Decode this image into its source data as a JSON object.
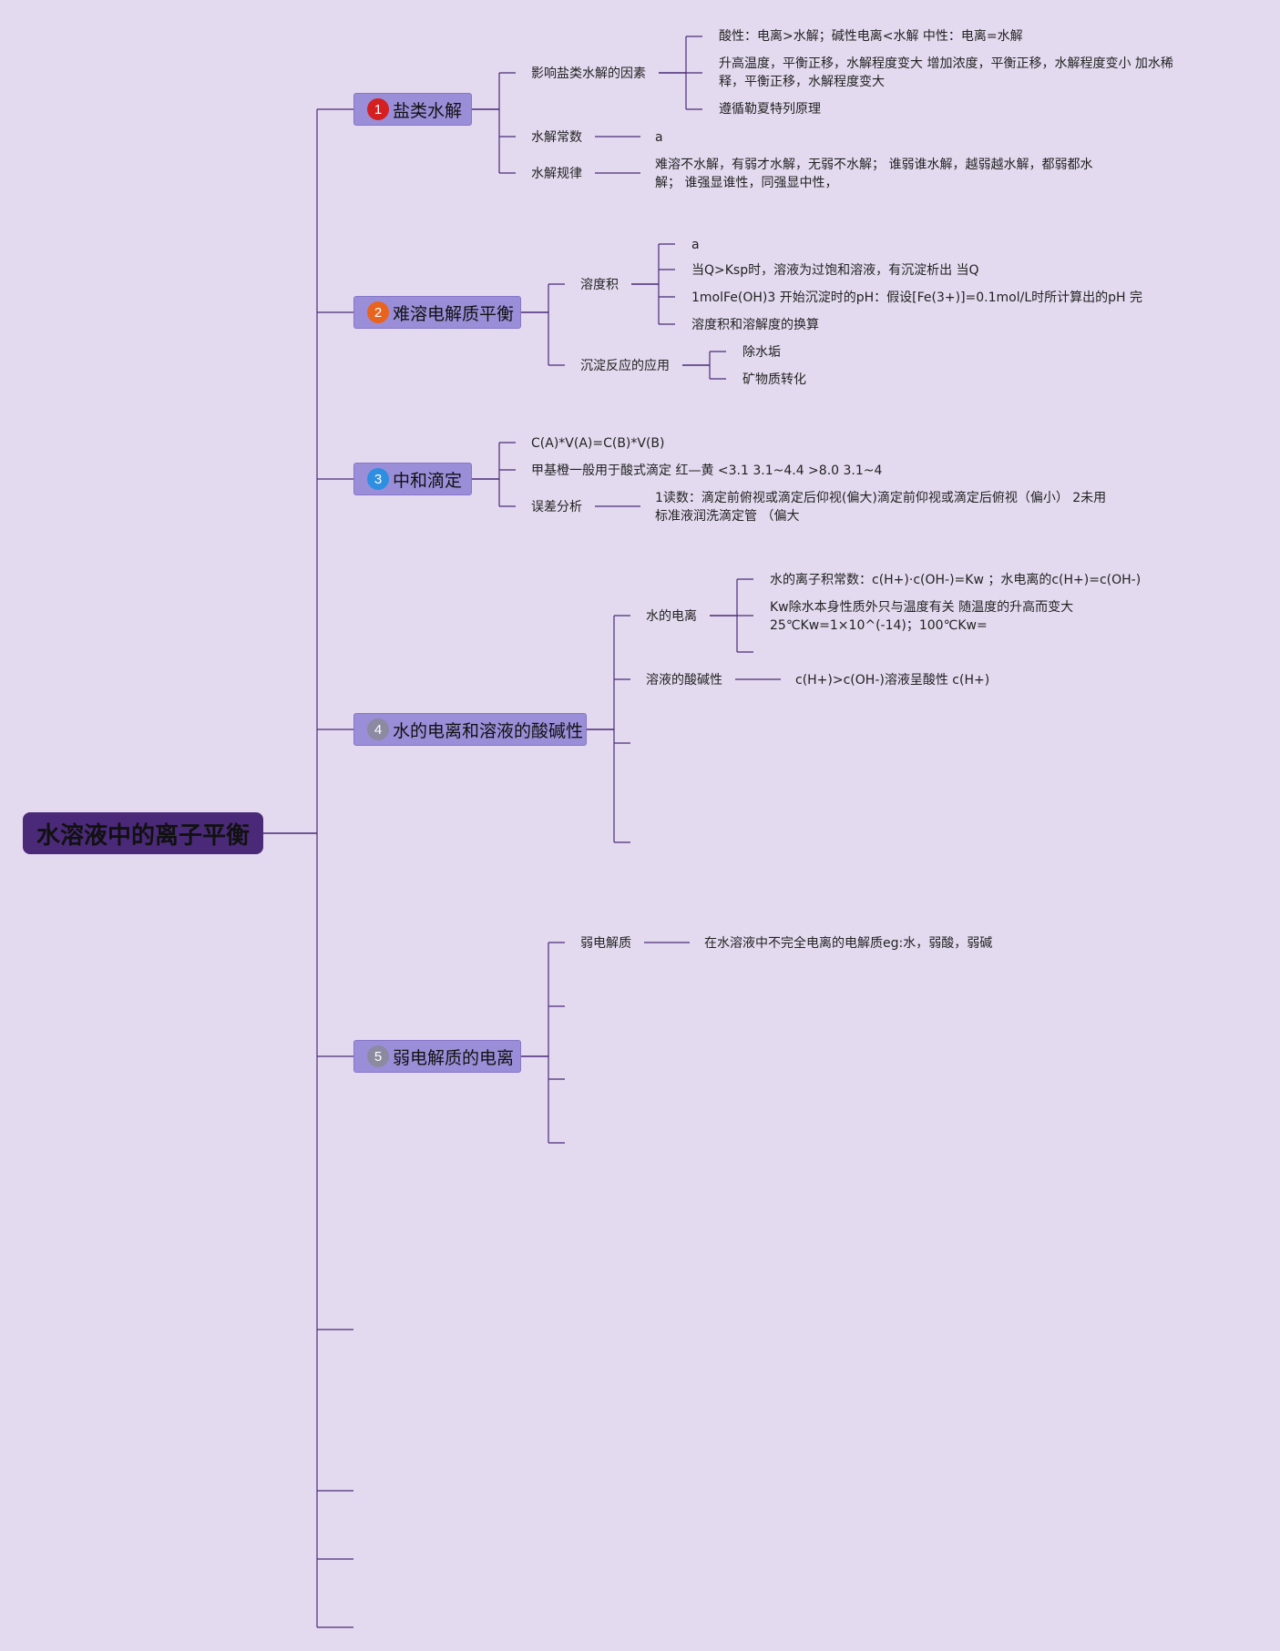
{
  "colors": {
    "background": "#e4daef",
    "root": "#4a2a78",
    "topic": "#9b8ed8",
    "line": "#4a2a78"
  },
  "root": {
    "label": "水溶液中的离子平衡"
  },
  "topics": [
    {
      "number": "1",
      "badge_color": "#d42020",
      "label": "盐类水解",
      "subs": [
        {
          "label": "影响盐类水解的因素",
          "items": [
            "酸性：电离>水解；碱性电离<水解 中性：电离=水解",
            "升高温度，平衡正移，水解程度变大 增加浓度，平衡正移，水解程度变小 加水稀释，平衡正移，水解程度变大",
            "遵循勒夏特列原理"
          ]
        },
        {
          "label": "水解常数",
          "items": [
            "a"
          ]
        },
        {
          "label": "水解规律",
          "items": [
            "难溶不水解，有弱才水解，无弱不水解； 谁弱谁水解，越弱越水解，都弱都水解； 谁强显谁性，同强显中性，"
          ]
        }
      ]
    },
    {
      "number": "2",
      "badge_color": "#e8641e",
      "label": "难溶电解质平衡",
      "subs": [
        {
          "label": "溶度积",
          "items": [
            "a",
            "当Q>Ksp时，溶液为过饱和溶液，有沉淀析出 当Q",
            "1molFe(OH)3 开始沉淀时的pH：假设[Fe(3+)]=0.1mol/L时所计算出的pH 完",
            "溶度积和溶解度的换算"
          ]
        },
        {
          "label": "沉淀反应的应用",
          "items": [
            "除水垢",
            "矿物质转化"
          ]
        }
      ]
    },
    {
      "number": "3",
      "badge_color": "#2e8ee0",
      "label": "中和滴定",
      "subs": [
        {
          "label": "C(A)*V(A)=C(B)*V(B)",
          "items": []
        },
        {
          "label": "甲基橙一般用于酸式滴定 红—黄 <3.1 3.1~4.4 >8.0 3.1~4",
          "items": []
        },
        {
          "label": "误差分析",
          "items": [
            "1读数：滴定前俯视或滴定后仰视(偏大)滴定前仰视或滴定后俯视（偏小） 2未用标准液润洗滴定管 （偏大"
          ]
        }
      ]
    },
    {
      "number": "4",
      "badge_color": "#8c8aa0",
      "label": "水的电离和溶液的酸碱性",
      "subs": [
        {
          "label": "水的电离",
          "items": [
            "水的离子积常数：c(H+)·c(OH-)=Kw ；水电离的c(H+)=c(OH-)",
            "Kw除水本身性质外只与温度有关 随温度的升高而变大 25℃Kw=1×10^(-14)；100℃Kw="
          ]
        },
        {
          "label": "溶液的酸碱性",
          "items": [
            "c(H+)>c(OH-)溶液呈酸性 c(H+)"
          ]
        }
      ]
    },
    {
      "number": "5",
      "badge_color": "#8c8aa0",
      "label": "弱电解质的电离",
      "subs": [
        {
          "label": "弱电解质",
          "items": [
            "在水溶液中不完全电离的电解质eg:水，弱酸，弱碱"
          ]
        }
      ]
    }
  ]
}
